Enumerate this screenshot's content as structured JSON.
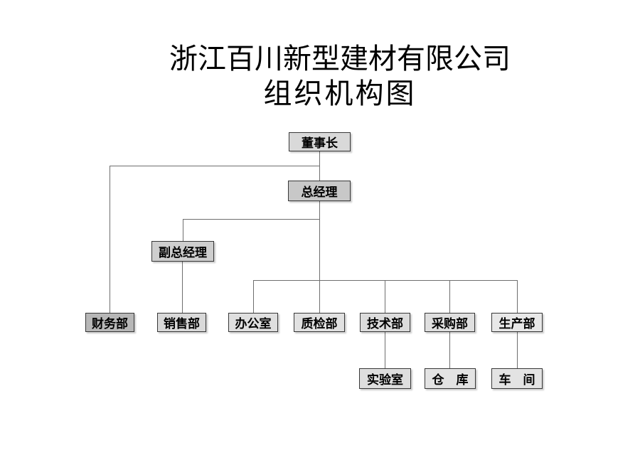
{
  "title": {
    "line1": "浙江百川新型建材有限公司",
    "line2": "组织机构图"
  },
  "nodes": {
    "chairman": {
      "label": "董事长",
      "fill": "#d9d9d9"
    },
    "gm": {
      "label": "总经理",
      "fill": "#c8c8c8"
    },
    "dgm": {
      "label": "副总经理",
      "fill": "#cecece"
    },
    "finance": {
      "label": "财务部",
      "fill": "#b7b7b7"
    },
    "sales": {
      "label": "销售部",
      "fill": "#d9d9d9"
    },
    "office": {
      "label": "办公室",
      "fill": "#dfdfdf"
    },
    "qc": {
      "label": "质检部",
      "fill": "#e1e1e1"
    },
    "tech": {
      "label": "技术部",
      "fill": "#dcdcdc"
    },
    "purchase": {
      "label": "采购部",
      "fill": "#dfdfdf"
    },
    "production": {
      "label": "生产部",
      "fill": "#e8e8e8"
    },
    "lab": {
      "label": "实验室",
      "fill": "#dedede"
    },
    "warehouse": {
      "label": "仓　库",
      "fill": "#e3e3e3"
    },
    "workshop": {
      "label": "车　间",
      "fill": "#e3e3e3"
    }
  },
  "hierarchy": [
    {
      "parent": "董事长",
      "children": [
        "总经理",
        "财务部"
      ]
    },
    {
      "parent": "总经理",
      "children": [
        "副总经理",
        "办公室",
        "质检部",
        "技术部",
        "采购部",
        "生产部"
      ]
    },
    {
      "parent": "副总经理",
      "children": [
        "销售部"
      ]
    },
    {
      "parent": "技术部",
      "children": [
        "实验室"
      ]
    },
    {
      "parent": "采购部",
      "children": [
        "仓　库"
      ]
    },
    {
      "parent": "生产部",
      "children": [
        "车　间"
      ]
    }
  ],
  "colors": {
    "page-bg": "#ffffff",
    "title-text": "#000000",
    "box-text": "#000000",
    "box-border": "#383838",
    "connector": "#6e6e6e"
  }
}
